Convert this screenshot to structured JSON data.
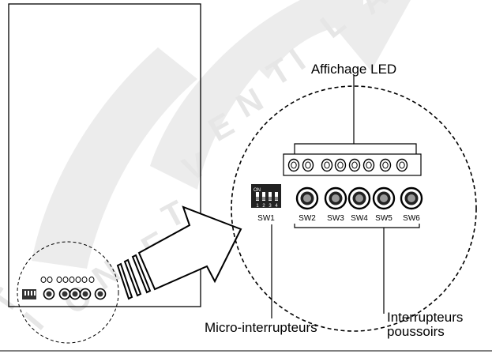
{
  "callouts": {
    "led_display": "Affichage LED",
    "dip_switches": "Micro-interrupteurs",
    "push_buttons_line1": "Interrupteurs",
    "push_buttons_line2": "poussoirs"
  },
  "dip_switch": {
    "on_label": "ON",
    "positions": [
      "1",
      "2",
      "3",
      "4"
    ],
    "label": "SW1"
  },
  "buttons": [
    {
      "label": "SW2"
    },
    {
      "label": "SW3"
    },
    {
      "label": "SW4"
    },
    {
      "label": "SW5"
    },
    {
      "label": "SW6"
    }
  ],
  "led_count": 8,
  "watermark": {
    "logo_text": "on",
    "letters": [
      "T",
      "I",
      "O",
      "N",
      "E",
      "T",
      "V",
      "E",
      "N",
      "T",
      "I",
      "L",
      "A"
    ]
  },
  "colors": {
    "line": "#000000",
    "watermark": "#e6e6e6",
    "background": "#ffffff"
  }
}
